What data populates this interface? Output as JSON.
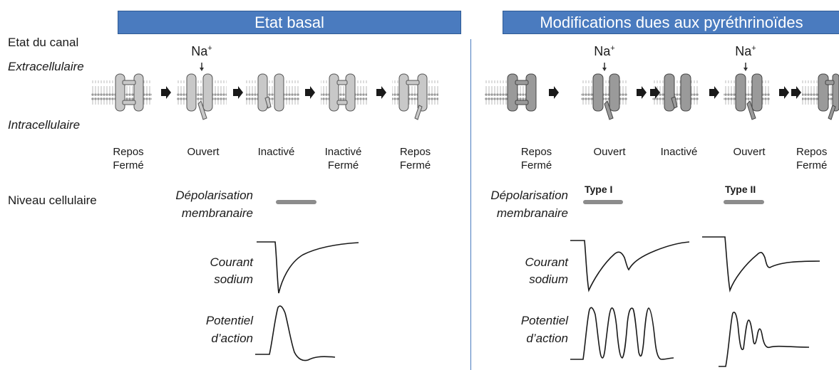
{
  "header_left": "Etat basal",
  "header_right": "Modifications dues aux pyréthrinoïdes",
  "row_labels": {
    "channel_state": "Etat du canal",
    "extracellular": "Extracellulaire",
    "intracellular": "Intracellulaire",
    "cellular_level": "Niveau cellulaire"
  },
  "ion": {
    "base": "Na",
    "charge": "+"
  },
  "states_left": [
    {
      "line1": "Repos",
      "line2": "Fermé"
    },
    {
      "line1": "Ouvert",
      "line2": ""
    },
    {
      "line1": "Inactivé",
      "line2": ""
    },
    {
      "line1": "Inactivé",
      "line2": "Fermé"
    },
    {
      "line1": "Repos",
      "line2": "Fermé"
    }
  ],
  "states_right": [
    {
      "line1": "Repos",
      "line2": "Fermé"
    },
    {
      "line1": "Ouvert",
      "line2": ""
    },
    {
      "line1": "Inactivé",
      "line2": ""
    },
    {
      "line1": "Ouvert",
      "line2": ""
    },
    {
      "line1": "Repos",
      "line2": "Fermé"
    }
  ],
  "traces": {
    "depolarisation": {
      "line1": "Dépolarisation",
      "line2": "membranaire"
    },
    "sodium_current": {
      "line1": "Courant",
      "line2": "sodium"
    },
    "action_potential": {
      "line1": "Potentiel",
      "line2": "d’action"
    }
  },
  "types": {
    "type1": "Type I",
    "type2": "Type II"
  },
  "colors": {
    "header": "#4a7bbf",
    "divider": "#4a7bbf",
    "channel_basal": "#c8c8c8",
    "channel_modified": "#9a9a9a"
  }
}
